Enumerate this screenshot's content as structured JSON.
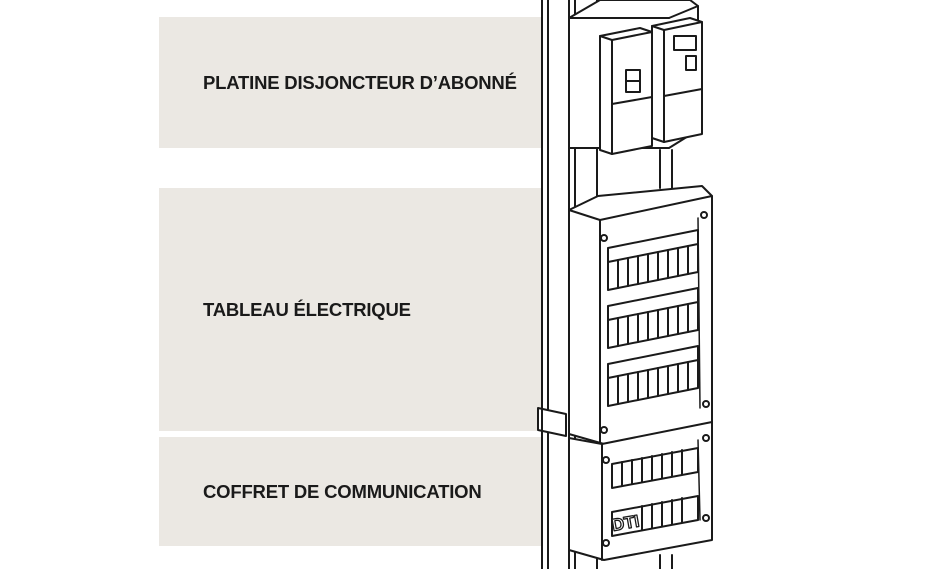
{
  "labels": {
    "subscriber_breaker_panel": "PLATINE DISJONCTEUR D’ABONNÉ",
    "electrical_panel": "TABLEAU ÉLECTRIQUE",
    "communication_box": "COFFRET DE COMMUNICATION"
  },
  "communication_box_marking": "DTI",
  "colors": {
    "label_background": "#ebe8e3",
    "line_art": "#1a1a1a"
  }
}
